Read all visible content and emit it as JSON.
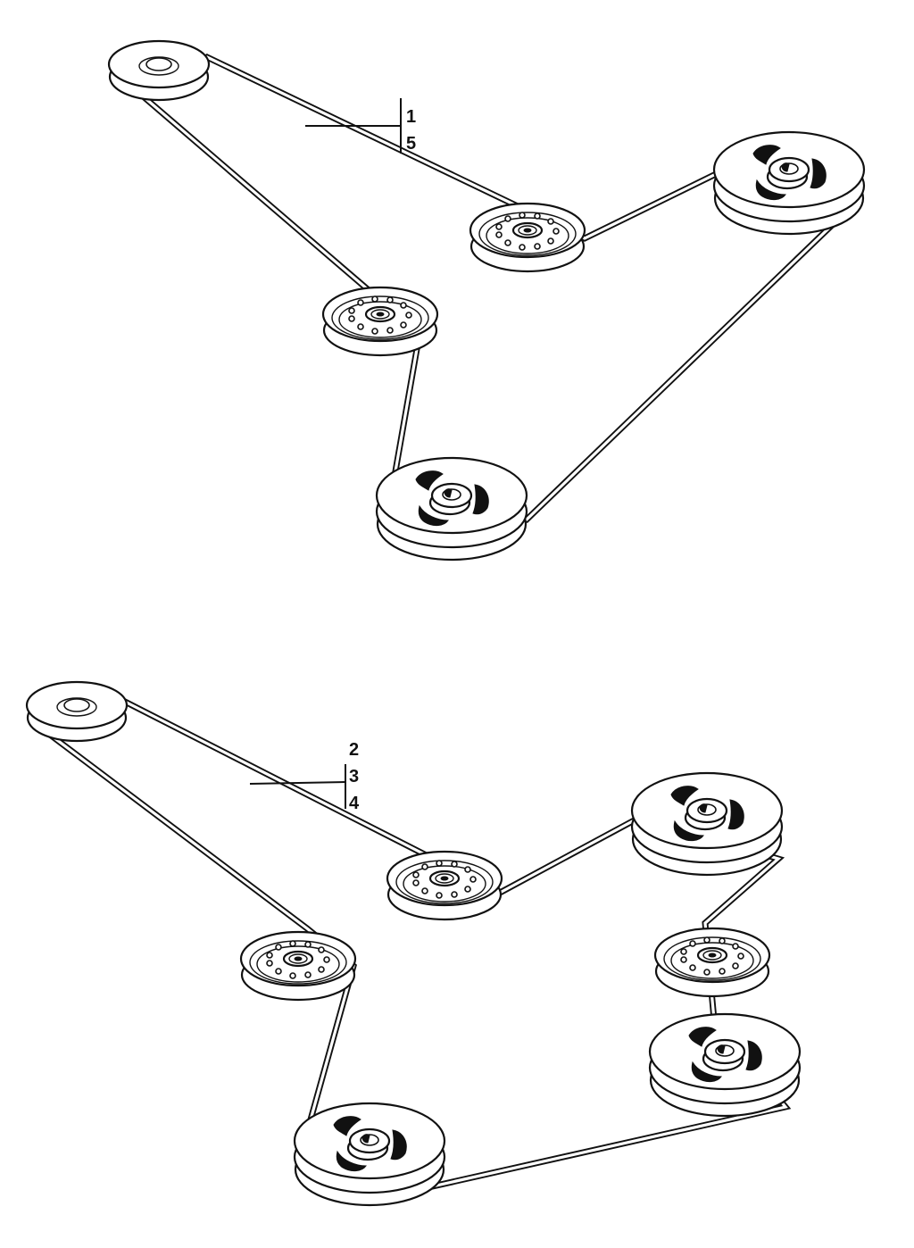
{
  "diagrams": [
    {
      "name": "belt-layout-upper",
      "callouts": [
        "1",
        "5"
      ]
    },
    {
      "name": "belt-layout-lower",
      "callouts": [
        "2",
        "3",
        "4"
      ]
    }
  ],
  "colors": {
    "line": "#111111",
    "background": "#ffffff"
  }
}
